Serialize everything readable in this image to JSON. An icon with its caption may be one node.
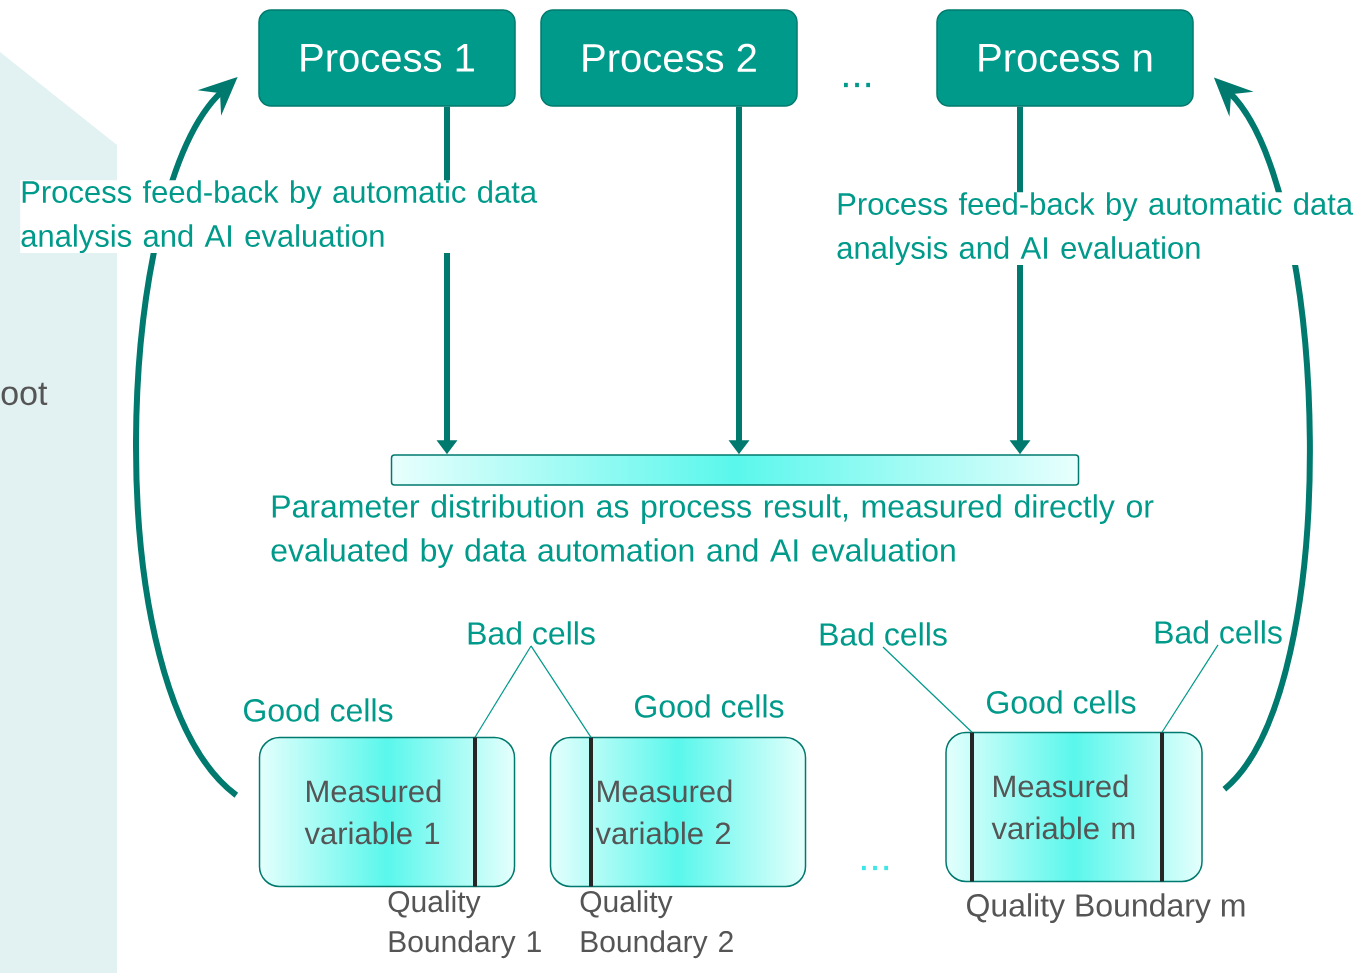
{
  "diagram": {
    "nodes": [
      {
        "text": [
          "Process 1"
        ]
      },
      {
        "text": [
          "Process 2"
        ]
      },
      {
        "text": [
          "Process n"
        ]
      },
      {
        "text": [],
        "shape": "bar",
        "beside": [
          "Parameter distribution as process result, measured directly or evaluated by data automation and AI evaluation"
        ]
      },
      {
        "text": [
          "Measured variable 1"
        ]
      },
      {
        "text": [
          "Measured variable 2"
        ]
      },
      {
        "text": [
          "Measured variable m"
        ],
        "beside": [
          "Quality Boundary m"
        ]
      },
      {
        "text": [],
        "shape": "bar",
        "in": 4,
        "beside": [
          "Quality Boundary 1"
        ]
      },
      {
        "text": [],
        "shape": "bar",
        "in": 5,
        "beside": [
          "Quality Boundary 2"
        ]
      },
      {
        "text": [],
        "shape": "bar",
        "in": 6
      },
      {
        "text": [],
        "shape": "bar",
        "in": 6
      },
      {
        "text": [
          "Bad cells"
        ]
      },
      {
        "text": [
          "Bad cells"
        ]
      },
      {
        "text": [
          "Bad cells"
        ]
      }
    ],
    "edges": [
      {
        "from": 0,
        "to": 3,
        "arrow": "to"
      },
      {
        "from": 1,
        "to": 3,
        "arrow": "to"
      },
      {
        "from": 2,
        "to": 3,
        "arrow": "to"
      },
      {
        "from": 4,
        "to": 0,
        "arrow": "to"
      },
      {
        "from": 6,
        "to": 2,
        "arrow": "to"
      },
      {
        "from": 11,
        "to": 7,
        "arrow": "none"
      },
      {
        "from": 11,
        "to": 8,
        "arrow": "none"
      },
      {
        "from": 12,
        "to": 9,
        "arrow": "none"
      },
      {
        "from": 13,
        "to": 10,
        "arrow": "none"
      }
    ],
    "labels": [
      "oot",
      "Process feed-back by automatic data analysis and AI evaluation",
      "Process feed-back by automatic data analysis and AI evaluation",
      "...",
      "Good cells",
      "Good cells",
      "Good cells",
      "..."
    ]
  }
}
